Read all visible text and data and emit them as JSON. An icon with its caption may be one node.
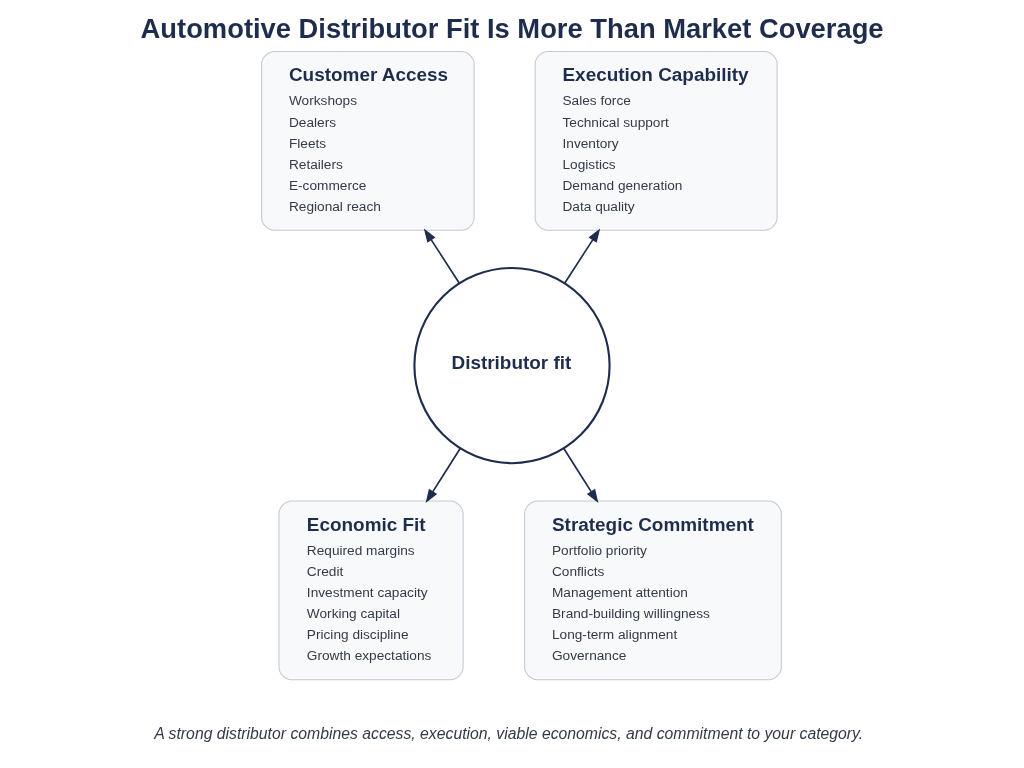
{
  "diagram": {
    "title": "Automotive Distributor Fit Is More Than Market Coverage",
    "caption": "A strong distributor combines access, execution, viable economics, and commitment to your category.",
    "nodes": [
      {
        "text": [
          "Customer Access",
          "Workshops",
          "Dealers",
          "Fleets",
          "Retailers",
          "E-commerce",
          "Regional reach"
        ]
      },
      {
        "text": [
          "Execution Capability",
          "Sales force",
          "Technical support",
          "Inventory",
          "Logistics",
          "Demand generation",
          "Data quality"
        ]
      },
      {
        "text": [
          "Distributor fit"
        ]
      },
      {
        "text": [
          "Economic Fit",
          "Required margins",
          "Credit",
          "Investment capacity",
          "Working capital",
          "Pricing discipline",
          "Growth expectations"
        ]
      },
      {
        "text": [
          "Strategic Commitment",
          "Portfolio priority",
          "Conflicts",
          "Management attention",
          "Brand-building willingness",
          "Long-term alignment",
          "Governance"
        ]
      }
    ],
    "edges": [
      {
        "from": 2,
        "to": 0,
        "arrow": "to"
      },
      {
        "from": 2,
        "to": 1,
        "arrow": "to"
      },
      {
        "from": 2,
        "to": 3,
        "arrow": "to"
      },
      {
        "from": 2,
        "to": 4,
        "arrow": "to"
      }
    ]
  }
}
